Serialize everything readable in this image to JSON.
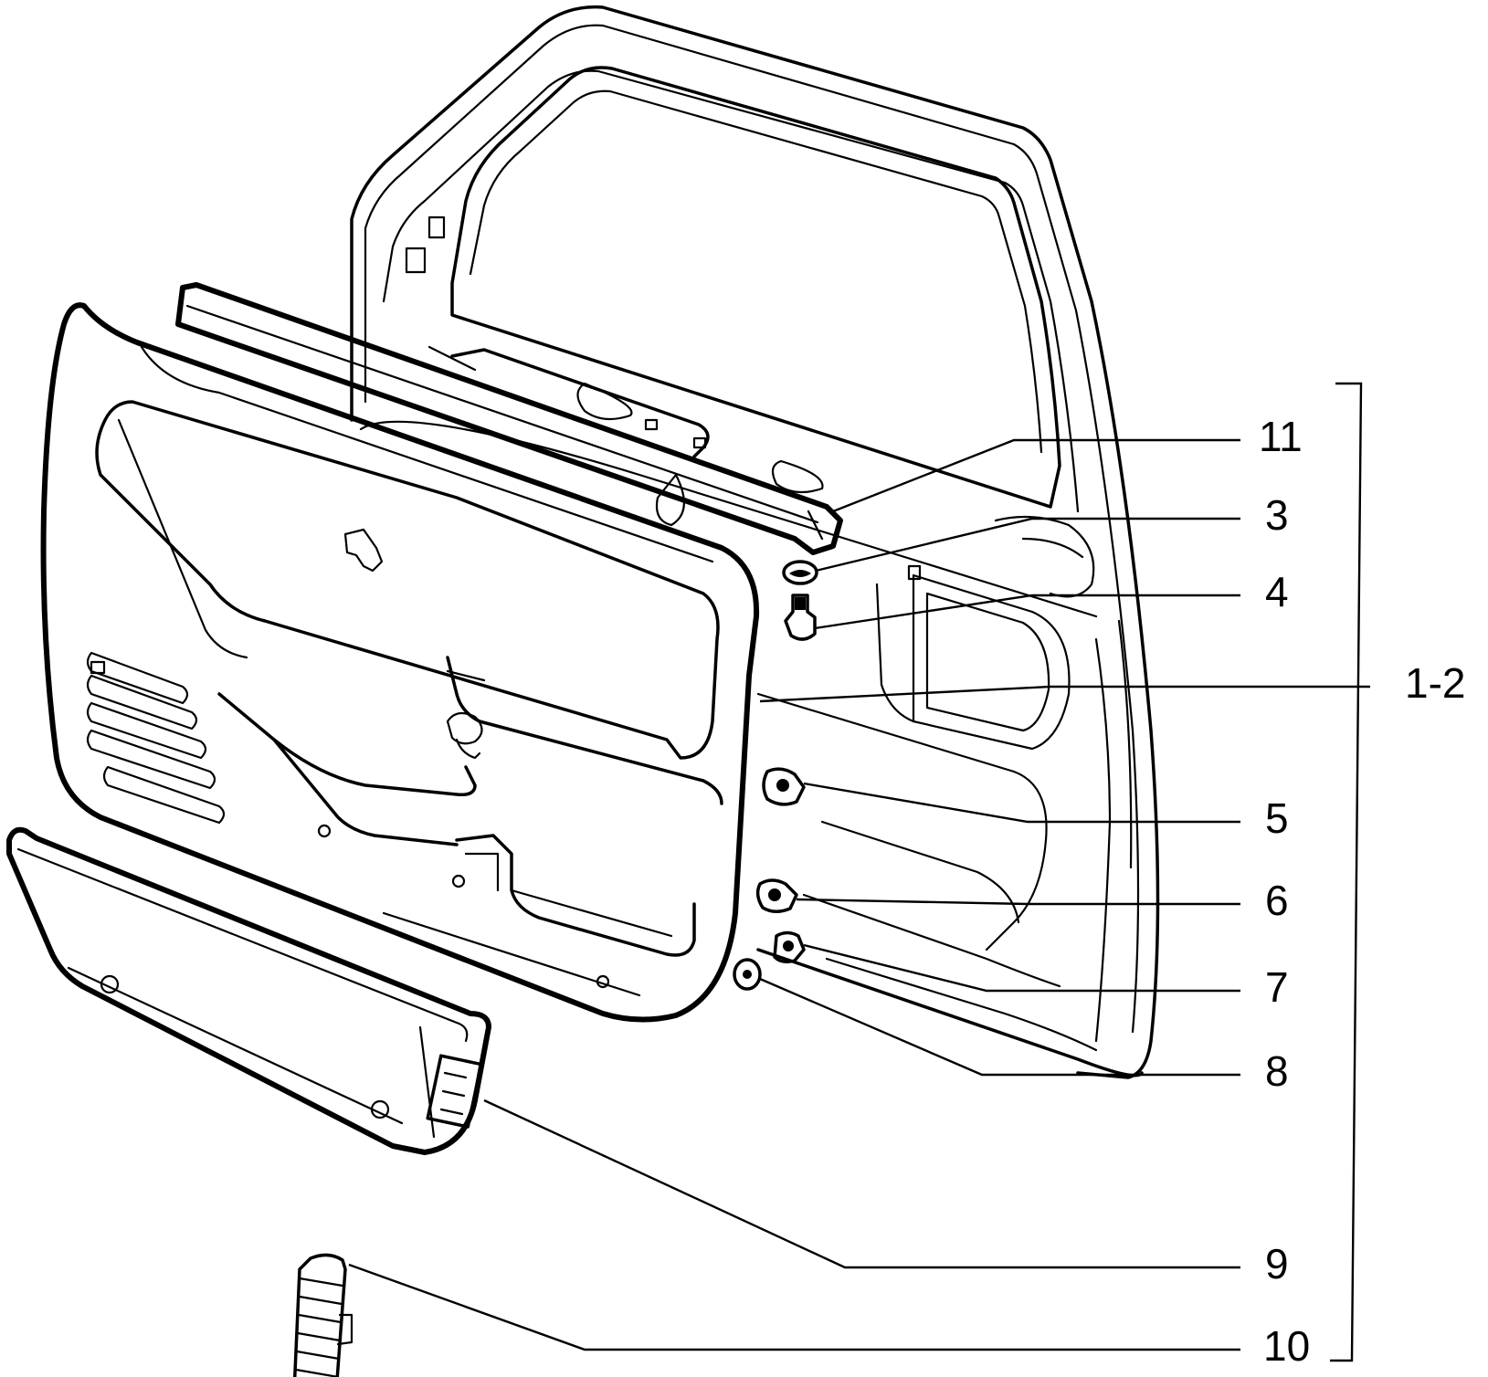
{
  "diagram": {
    "callouts": [
      {
        "id": "11",
        "label": "11"
      },
      {
        "id": "3",
        "label": "3"
      },
      {
        "id": "4",
        "label": "4"
      },
      {
        "id": "1-2",
        "label": "1-2"
      },
      {
        "id": "5",
        "label": "5"
      },
      {
        "id": "6",
        "label": "6"
      },
      {
        "id": "7",
        "label": "7"
      },
      {
        "id": "8",
        "label": "8"
      },
      {
        "id": "9",
        "label": "9"
      },
      {
        "id": "10",
        "label": "10"
      }
    ],
    "colors": {
      "ink": "#000000",
      "background": "#ffffff"
    }
  }
}
